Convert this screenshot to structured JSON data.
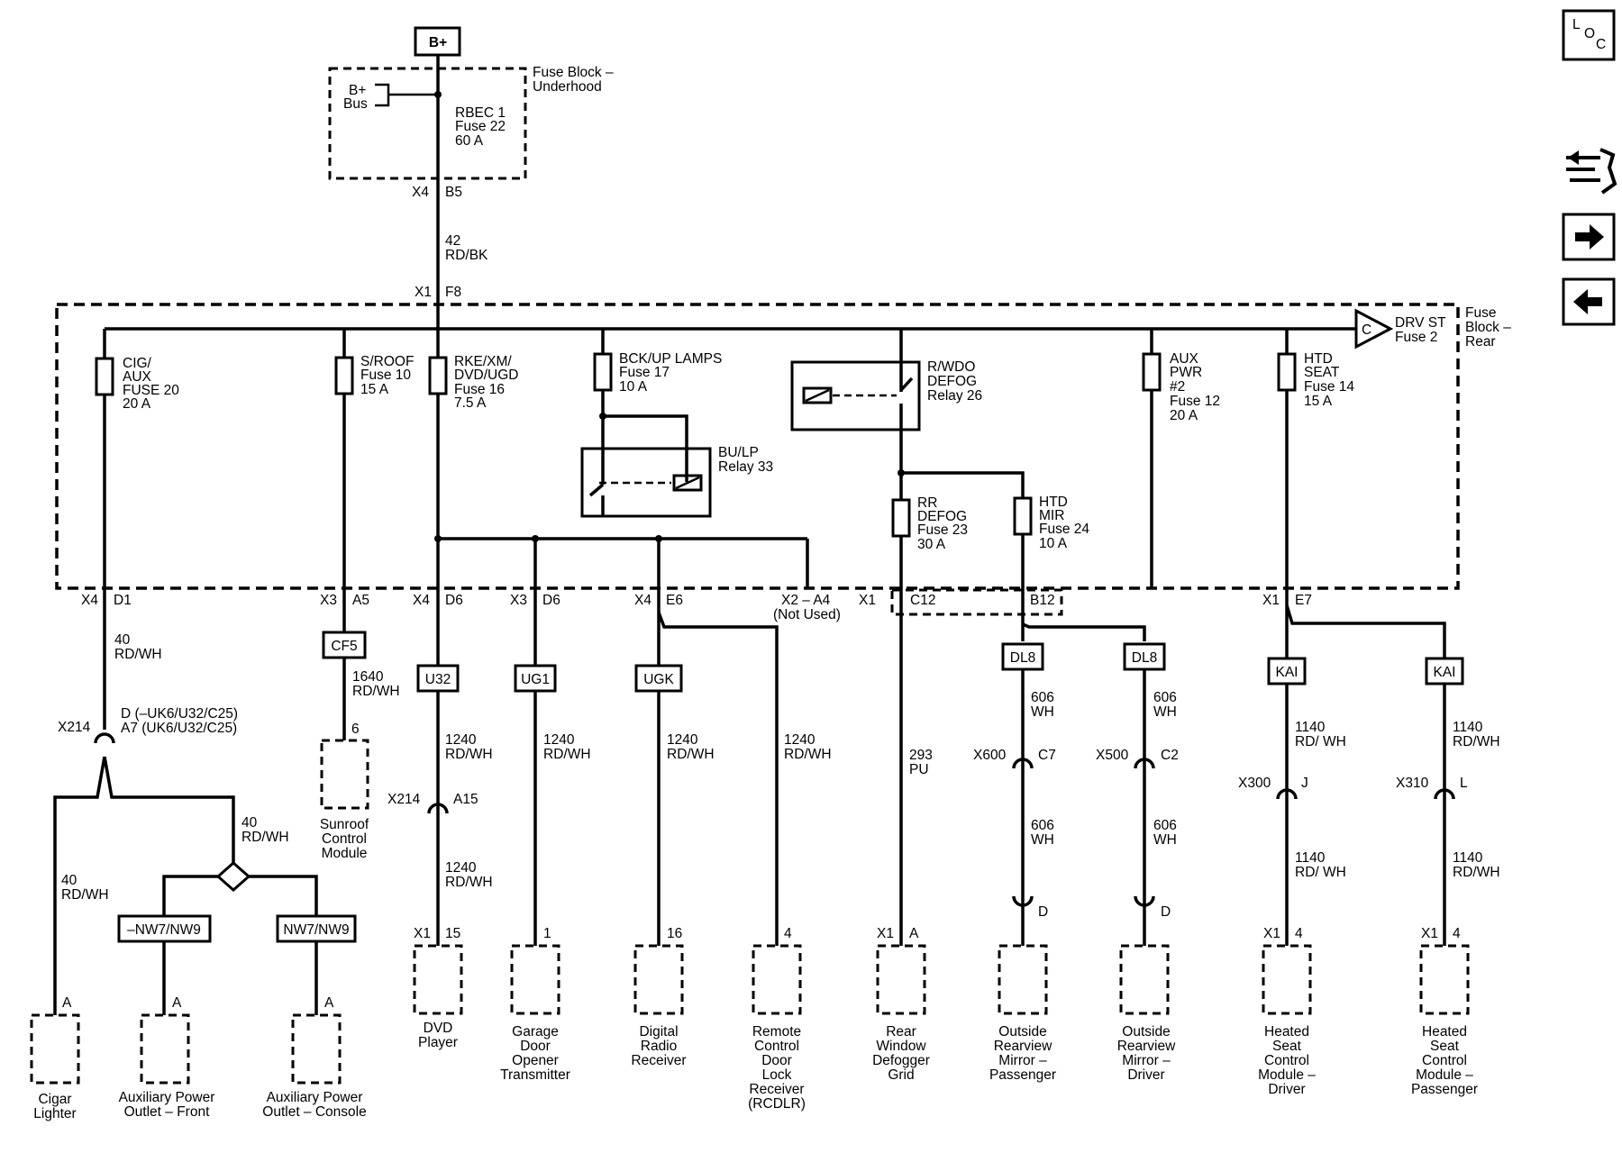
{
  "power_source": "B+",
  "underhood": {
    "label1": "Fuse Block –",
    "label2": "Underhood",
    "bus1": "B+",
    "bus2": "Bus",
    "fuse1": "RBEC 1",
    "fuse2": "Fuse 22",
    "fuse3": "60 A",
    "conn1": "X4",
    "conn2": "B5"
  },
  "feed_wire": {
    "circuit": "42",
    "color": "RD/BK",
    "conn1": "X1",
    "conn2": "F8"
  },
  "rear_block": {
    "label1": "Fuse",
    "label2": "Block –",
    "label3": "Rear",
    "tri": "C",
    "drv1": "DRV ST",
    "drv2": "Fuse 2"
  },
  "fuses": {
    "cig": [
      "CIG/",
      "AUX",
      "FUSE 20",
      "20 A"
    ],
    "sroof": [
      "S/ROOF",
      "Fuse 10",
      "15 A"
    ],
    "rke": [
      "RKE/XM/",
      "DVD/UGD",
      "Fuse 16",
      "7.5 A"
    ],
    "bck": [
      "BCK/UP LAMPS",
      "Fuse 17",
      "10 A"
    ],
    "rwdo": [
      "R/WDO",
      "DEFOG",
      "Relay 26"
    ],
    "bulp": [
      "BU/LP",
      "Relay 33"
    ],
    "rr": [
      "RR",
      "DEFOG",
      "Fuse 23",
      "30 A"
    ],
    "htdmir": [
      "HTD",
      "MIR",
      "Fuse 24",
      "10 A"
    ],
    "aux": [
      "AUX",
      "PWR",
      "#2",
      "Fuse 12",
      "20 A"
    ],
    "htdseat": [
      "HTD",
      "SEAT",
      "Fuse 14",
      "15 A"
    ]
  },
  "conns": {
    "c1a": "X4",
    "c1b": "D1",
    "c2a": "X3",
    "c2b": "A5",
    "c3a": "X4",
    "c3b": "D6",
    "c4a": "X3",
    "c4b": "D6",
    "c5a": "X4",
    "c5b": "E6",
    "c6a": "X2 – A4",
    "c6b": "(Not Used)",
    "c7a": "X1",
    "c7b": "C12",
    "c8": "B12",
    "c9a": "X1",
    "c9b": "E7"
  },
  "options": {
    "cf5": "CF5",
    "u32": "U32",
    "ug1": "UG1",
    "ugk": "UGK",
    "dl8": "DL8",
    "kai": "KAI",
    "nnw": "–NW7/NW9",
    "nw": "NW7/NW9"
  },
  "wires": {
    "w40a": [
      "40",
      "RD/WH"
    ],
    "w1640": [
      "1640",
      "RD/WH"
    ],
    "w1240": [
      "1240",
      "RD/WH"
    ],
    "w293": [
      "293",
      "PU"
    ],
    "w606": [
      "606",
      "WH"
    ],
    "w1140": [
      "1140",
      "RD/ WH"
    ],
    "w1140b": [
      "1140",
      "RD/WH"
    ],
    "x214a": "X214",
    "x214b1": "D (–UK6/U32/C25)",
    "x214b2": "A7 (UK6/U32/C25)",
    "x214c": "X214",
    "x214d": "A15",
    "x600": "X600",
    "c7": "C7",
    "x500": "X500",
    "c2": "C2",
    "x300": "X300",
    "j": "J",
    "x310": "X310",
    "l": "L"
  },
  "pins": {
    "p6": "6",
    "a": "A",
    "x1": "X1",
    "p15": "15",
    "p1": "1",
    "p16": "16",
    "p4": "4",
    "d": "D"
  },
  "components": {
    "sunroof": [
      "Sunroof",
      "Control",
      "Module"
    ],
    "cigar": [
      "Cigar",
      "Lighter"
    ],
    "apof": [
      "Auxiliary Power",
      "Outlet – Front"
    ],
    "apoc": [
      "Auxiliary Power",
      "Outlet – Console"
    ],
    "dvd": [
      "DVD",
      "Player"
    ],
    "garage": [
      "Garage",
      "Door",
      "Opener",
      "Transmitter"
    ],
    "radio": [
      "Digital",
      "Radio",
      "Receiver"
    ],
    "rcdlr": [
      "Remote",
      "Control",
      "Door",
      "Lock",
      "Receiver",
      "(RCDLR)"
    ],
    "defog": [
      "Rear",
      "Window",
      "Defogger",
      "Grid"
    ],
    "mirp": [
      "Outside",
      "Rearview",
      "Mirror –",
      "Passenger"
    ],
    "mird": [
      "Outside",
      "Rearview",
      "Mirror –",
      "Driver"
    ],
    "hsd": [
      "Heated",
      "Seat",
      "Control",
      "Module –",
      "Driver"
    ],
    "hsp": [
      "Heated",
      "Seat",
      "Control",
      "Module –",
      "Passenger"
    ]
  },
  "nav_icons": {
    "loc1": "L",
    "loc2": "O",
    "loc3": "C"
  }
}
